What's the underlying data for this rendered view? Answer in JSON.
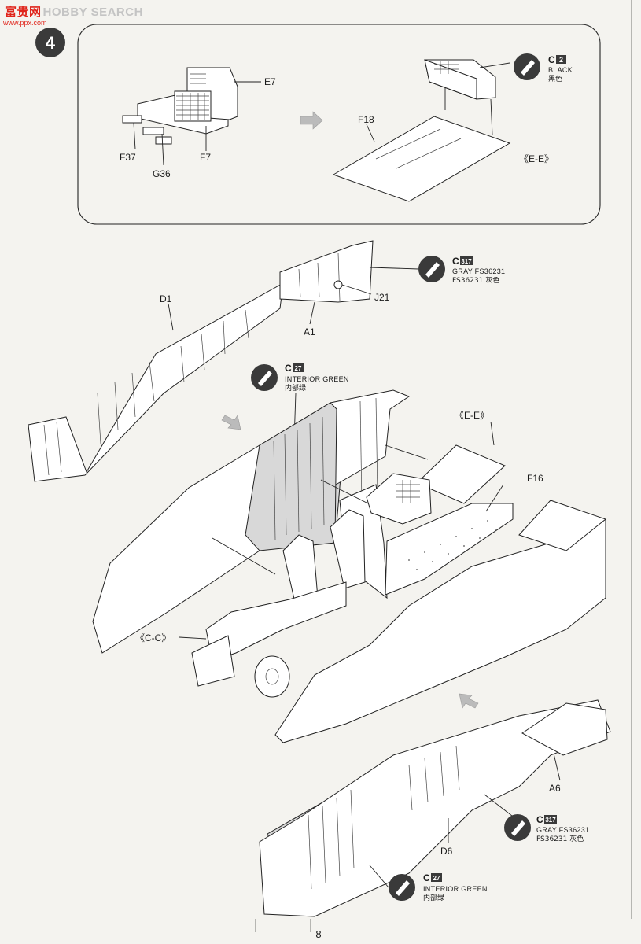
{
  "watermark": {
    "site_zh": "富贵网",
    "site_en": "HOBBY SEARCH",
    "url": "www.ppx.com"
  },
  "step": {
    "number": "4"
  },
  "inset": {
    "parts": {
      "e7": "E7",
      "f37": "F37",
      "g36": "G36",
      "f7": "F7",
      "f18": "F18"
    },
    "view_label": "《E-E》",
    "paint": {
      "code": "C",
      "number": "2",
      "name": "BLACK",
      "name_zh": "黑色"
    }
  },
  "main": {
    "parts": {
      "d1": "D1",
      "a1": "A1",
      "j21": "J21",
      "f16": "F16",
      "a6": "A6",
      "d6": "D6"
    },
    "view_labels": {
      "ee": "《E-E》",
      "cc": "《C-C》"
    },
    "paint_gray_top": {
      "code": "C",
      "number": "317",
      "name": "GRAY FS36231",
      "name_zh": "FS36231 灰色"
    },
    "paint_green_top": {
      "code": "C",
      "number": "27",
      "name": "INTERIOR GREEN",
      "name_zh": "内部绿"
    },
    "paint_gray_bottom": {
      "code": "C",
      "number": "317",
      "name": "GRAY FS36231",
      "name_zh": "FS36231 灰色"
    },
    "paint_green_bottom": {
      "code": "C",
      "number": "27",
      "name": "INTERIOR GREEN",
      "name_zh": "内部绿"
    }
  },
  "page_number": "8"
}
